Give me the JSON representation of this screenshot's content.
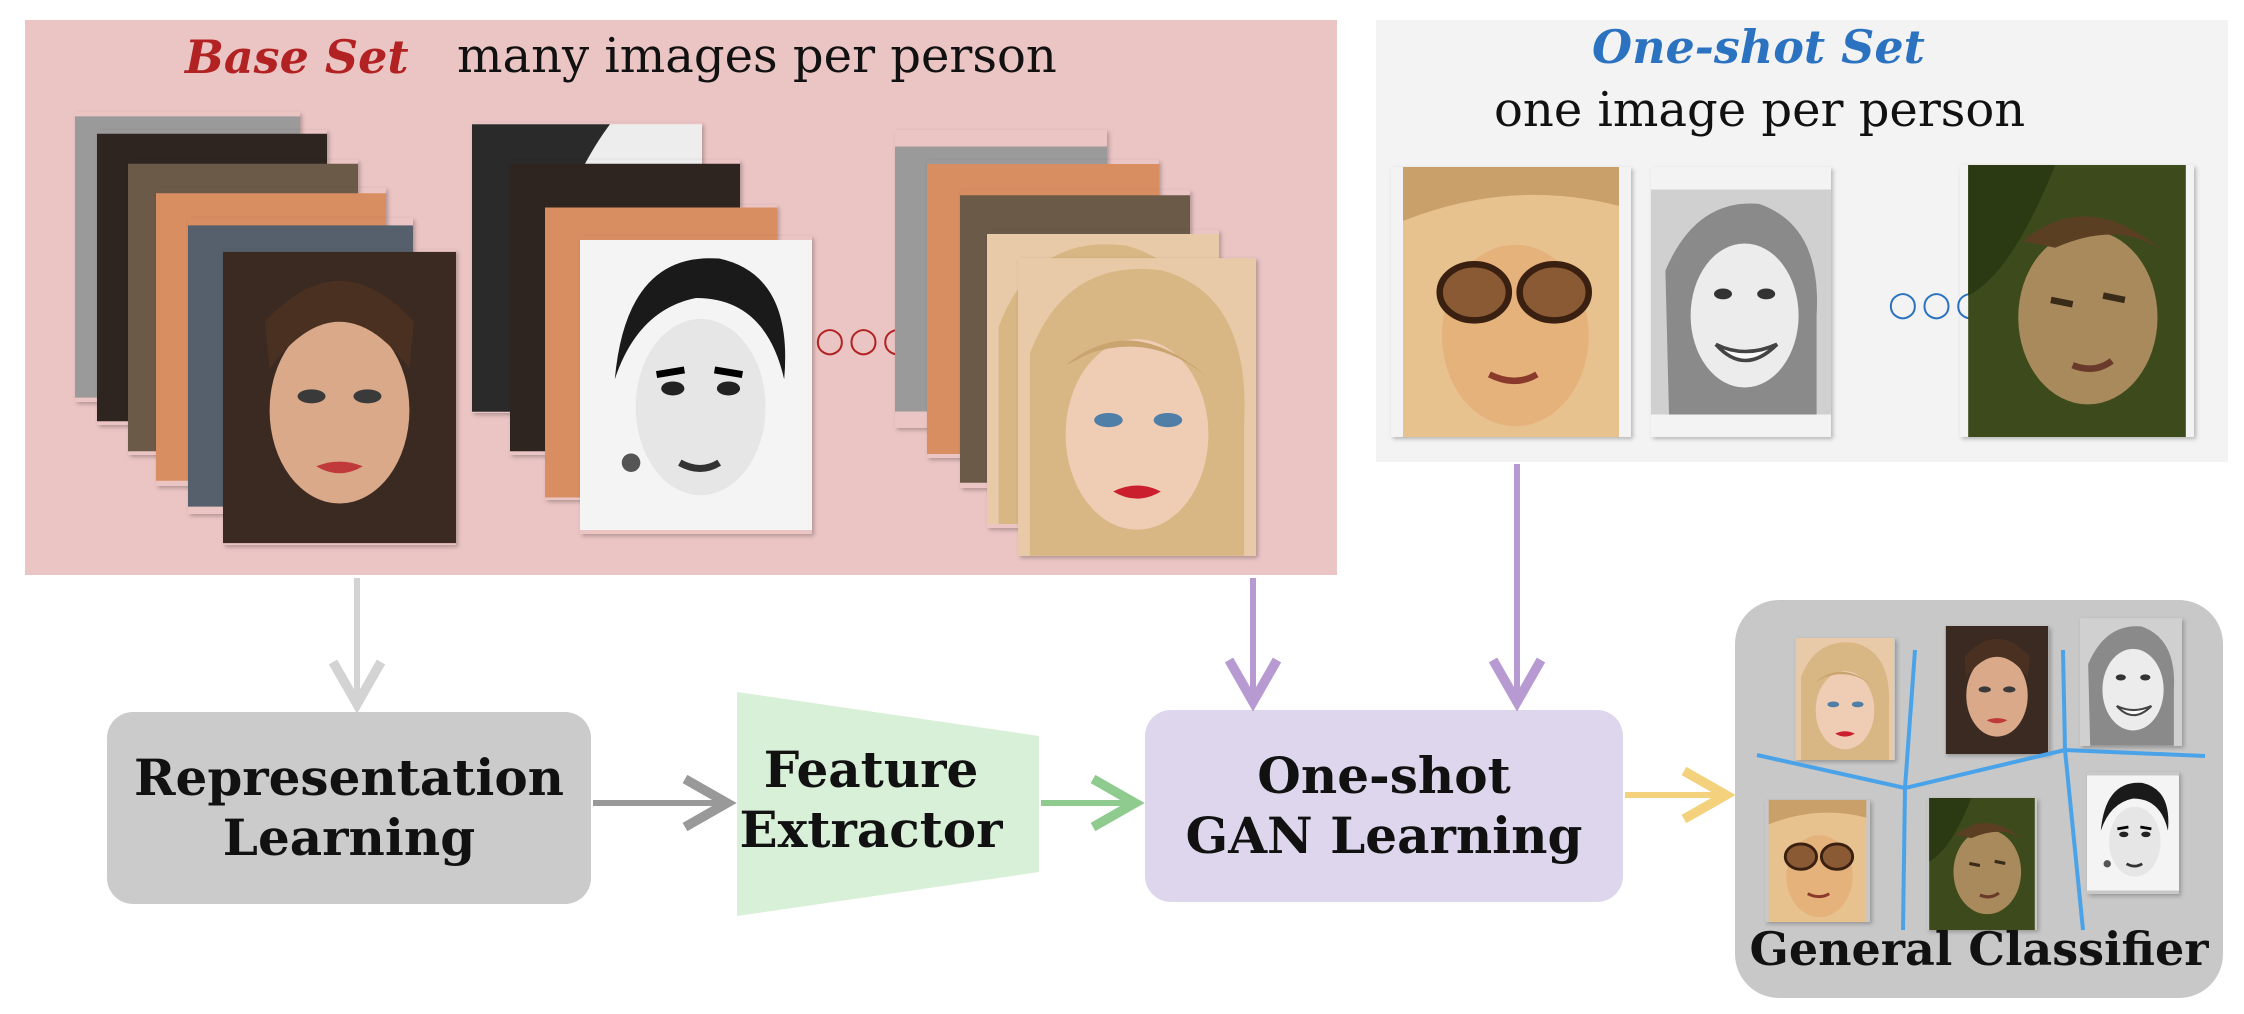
{
  "base_set": {
    "title": "Base Set",
    "subtitle": "many images per person",
    "title_color": "#b22222",
    "panel_color": "#ebc5c4"
  },
  "one_shot_set": {
    "title": "One-shot Set",
    "subtitle": "one image per person",
    "title_color": "#2b72c0",
    "panel_color": "#f3f3f3"
  },
  "ellipsis": {
    "base": "○○○",
    "one_shot": "○○○"
  },
  "process": {
    "representation": [
      "Representation",
      "Learning"
    ],
    "feature": [
      "Feature",
      "Extractor"
    ],
    "gan": [
      "One-shot",
      "GAN Learning"
    ]
  },
  "classifier": {
    "label": "General Classifier",
    "divider_color": "#4aa3e8"
  },
  "arrow_colors": {
    "base_to_representation": "#d3d3d3",
    "representation_to_feature": "#999999",
    "feature_to_gan": "#8fcb8f",
    "base_to_gan": "#b79ad2",
    "oneshot_to_gan": "#b79ad2",
    "gan_to_classifier": "#f3d17d"
  }
}
